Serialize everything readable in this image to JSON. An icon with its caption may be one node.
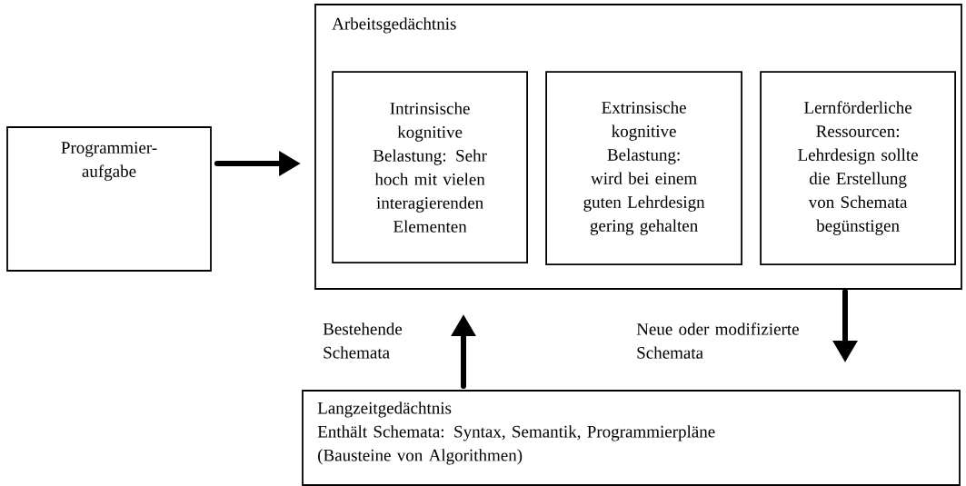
{
  "diagram": {
    "nodes": [
      {
        "text": [
          "Programmier-aufgabe"
        ]
      },
      {
        "text": [
          "Arbeitsgedächtnis"
        ]
      },
      {
        "text": [
          "Intrinsische kognitive Belastung: Sehr hoch mit vielen interagierenden Elementen"
        ],
        "in": 1
      },
      {
        "text": [
          "Extrinsische kognitive Belastung: wird bei einem guten Lehrdesign gering gehalten"
        ],
        "in": 1
      },
      {
        "text": [
          "Lernförderliche Ressourcen: Lehrdesign sollte die Erstellung von Schemata begünstigen"
        ],
        "in": 1
      },
      {
        "text": [
          "Langzeitgedächtnis",
          "Enthält Schemata: Syntax, Semantik, Programmierpläne (Bausteine von Algorithmen)"
        ]
      }
    ],
    "edges": [
      {
        "from": 0,
        "to": 1,
        "arrow": "to"
      },
      {
        "from": 5,
        "to": 1,
        "arrow": "to",
        "label": "Bestehende Schemata"
      },
      {
        "from": 1,
        "to": 5,
        "arrow": "to",
        "label": "Neue oder modifizierte Schemata"
      }
    ]
  }
}
